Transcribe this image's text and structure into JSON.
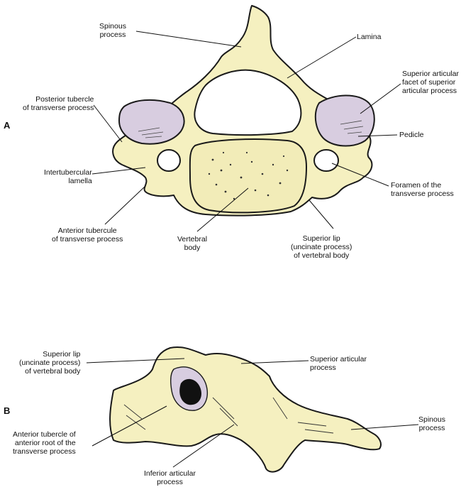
{
  "panels": {
    "a": {
      "letter": "A"
    },
    "b": {
      "letter": "B"
    }
  },
  "labels_a": {
    "spinous": "Spinous\nprocess",
    "lamina": "Lamina",
    "superior_facet": "Superior articular\nfacet of superior\narticular process",
    "posterior_tubercle": "Posterior tubercle\nof transverse process",
    "pedicle": "Pedicle",
    "intertubercular": "Intertubercular\nlamella",
    "foramen": "Foramen of the\ntransverse process",
    "anterior_tubercle": "Anterior tubercule\nof transverse process",
    "vertebral_body": "Vertebral\nbody",
    "superior_lip": "Superior lip\n(uncinate process)\nof vertebral body"
  },
  "labels_b": {
    "superior_lip": "Superior lip\n(uncinate process)\nof vertebral body",
    "superior_articular": "Superior articular\nprocess",
    "spinous": "Spinous\nprocess",
    "anterior_tubercle": "Anterior tubercle of\nanterior root of the\ntransverse process",
    "inferior_articular": "Inferior articular\nprocess"
  },
  "colors": {
    "bone": "#f5f0c0",
    "facet": "#d8cde0",
    "outline": "#1a1a1a"
  }
}
